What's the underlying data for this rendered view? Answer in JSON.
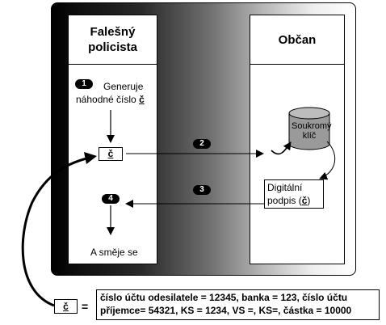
{
  "lanes": {
    "left_title_line1": "Falešný",
    "left_title_line2": "policista",
    "right_title": "Občan"
  },
  "steps": [
    {
      "number": "1",
      "text_line1": "Generuje",
      "text_line2_prefix": "náhodné číslo ",
      "text_line2_symbol": "č"
    },
    {
      "number": "2"
    },
    {
      "number": "3"
    },
    {
      "number": "4",
      "text": "A směje se"
    }
  ],
  "token": {
    "symbol": "č"
  },
  "key": {
    "line1": "Soukromý",
    "line2": "klíč"
  },
  "signature": {
    "line1": "Digitální",
    "line2_prefix": "podpis (",
    "line2_symbol": "č",
    "line2_suffix": ")"
  },
  "legend": {
    "symbol": "č",
    "equals": "=",
    "line1": "číslo účtu odesilatele = 12345, banka = 123, číslo účtu",
    "line2": "příjemce= 54321, KS = 1234, VS =, KS=, částka = 10000"
  }
}
